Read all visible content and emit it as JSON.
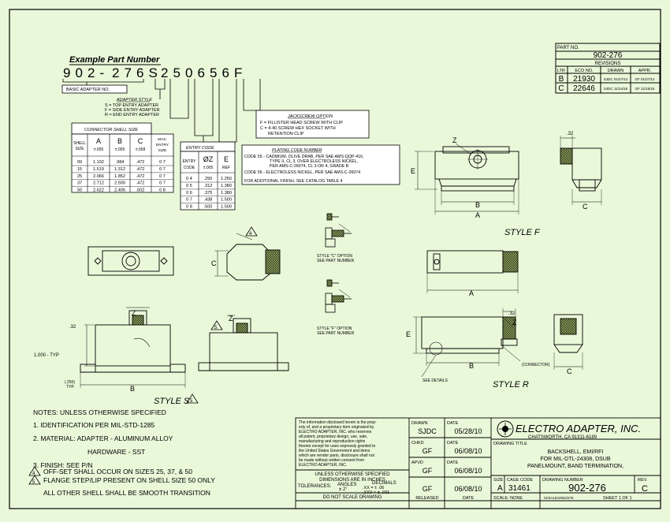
{
  "part_number_box": {
    "title": "PART NO.",
    "value": "902-276"
  },
  "revisions": {
    "title": "REVISIONS",
    "headers": [
      "LTR",
      "ECO NO.",
      "DRAWN",
      "APPR."
    ],
    "rows": [
      [
        "B",
        "21930",
        "SJDC 01/27/12",
        "GF 01/27/12"
      ],
      [
        "C",
        "22646",
        "SJDC 11/14/16",
        "GF 11/15/16"
      ]
    ]
  },
  "example": {
    "title": "Example Part Number",
    "chars": [
      "9",
      "0",
      "2",
      "-",
      "2",
      "7",
      "6",
      "S",
      "2",
      "5",
      "0",
      "6",
      "5",
      "6",
      "F"
    ],
    "basic_label": "BASIC ADAPTER NO."
  },
  "adapter_style": {
    "title": "ADAPTER STYLE",
    "lines": [
      "S = TOP ENTRY ADAPTER",
      "F = SIDE ENTRY ADAPTER",
      "R = END ENTRY ADAPTER"
    ]
  },
  "jackscrew": {
    "title": "JACKSCREW OPTION",
    "lines": [
      "F = FILLISTER HEAD SCREW WITH CLIP",
      "C = 4-40 SCREW HEX SOCKET WITH",
      "RETENTION CLIP"
    ]
  },
  "plating": {
    "title": "PLATING CODE NUMBER",
    "lines": [
      "CODE 55 - CADMIUM, OLIVE DRAB, PER SAE AMS-QQP-416,",
      "TYPE II, CL 3, OVER ELECTROLESS NICKEL,",
      "PER AMS-C-26074, CL 3 OR 4, GRADE B",
      "CODE 56 - ELECTROLESS NICKEL, PER SAE AMS-C-26074"
    ],
    "note": "FOR ADDITIONAL FINISH, SEE CATALOG TABLE 4"
  },
  "shell_table": {
    "title": "CONNECTOR SHELL SIZE",
    "headers": [
      "SHELL SIZE",
      "A ±.005",
      "B ±.005",
      "C ±.058",
      "MAX. ENTRY SIZE"
    ],
    "rows": [
      [
        "09",
        "1.192",
        ".984",
        ".472",
        "0 7"
      ],
      [
        "15",
        "1.519",
        "1.312",
        ".472",
        "0 7"
      ],
      [
        "25",
        "2.066",
        "1.852",
        ".472",
        "0 7"
      ],
      [
        "37",
        "2.712",
        "2.500",
        ".472",
        "0 7"
      ],
      [
        "50",
        "2.622",
        "2.406",
        ".602",
        "0 8"
      ]
    ]
  },
  "entry_table": {
    "title": "ENTRY CODE",
    "headers": [
      "ENTRY CODE",
      "ØZ ±.005",
      "E REF"
    ],
    "rows": [
      [
        "0 4",
        ".250",
        "1.250"
      ],
      [
        "0 5",
        ".312",
        "1.380"
      ],
      [
        "0 6",
        ".375",
        "1.380"
      ],
      [
        "0 7",
        ".438",
        "1.500"
      ],
      [
        "0 8",
        ".500",
        "1.500"
      ]
    ]
  },
  "labels": {
    "z": "Z",
    "e": "E",
    "b": "B",
    "a": "A",
    "c": "C",
    "dim_32": ".32",
    "dim_1000": "1.000 - TYP",
    "dim_250": "(.250)\nTYP.",
    "connector": "(CONNECTOR)",
    "see_details": "SEE DETAILS",
    "style_c": "STYLE \"C\" OPTION",
    "style_f_opt": "STYLE \"F\" OPTION",
    "see_part": "SEE PART NUMBER",
    "style_f": "STYLE F",
    "style_s": "STYLE S",
    "style_r": "STYLE R"
  },
  "notes": {
    "title": "NOTES: UNLESS OTHERWISE SPECIFIED",
    "items": [
      "1. IDENTIFICATION PER MIL-STD-1285",
      "2. MATERIAL: ADAPTER - ALUMINUM ALLOY",
      "HARDWARE - SST",
      "3. FINISH: SEE P/N",
      "OFF-SET SHALL OCCUR ON SIZES 25, 37, & 50",
      "FLANGE STEP/LIP PRESENT ON SHELL SIZE 50 ONLY",
      "ALL OTHER SHELL SHALL BE SMOOTH TRANSITION"
    ]
  },
  "title_block": {
    "proprietary": [
      "The information disclosed herein is the prop-",
      "erty of, and a proprietary item originated by",
      "ELECTRO ADAPTER, INC.        who reserves",
      "all patent, proprietary design, use, sale,",
      "manufacturing and reproduction rights",
      "thereto except for uses expressly granted to",
      "the United States Government and items",
      "which are vendor parts, disclosure shall not",
      "be made without written consent from",
      "ELECTRO ADAPTER, INC."
    ],
    "dims_note": [
      "UNLESS OTHERWISE SPECIFIED",
      "DIMENSIONS ARE IN INCHES"
    ],
    "tolerances": {
      "label": "TOLERANCES:",
      "angles": "ANGLES",
      "angles_val": "± 2°",
      "decimals": "DECIMALS",
      "xx": ".XX = ± .06",
      ".xxx": ".XXX = ± .031"
    },
    "do_not_scale": "DO NOT SCALE DRAWING",
    "drawn": {
      "label": "DRAWN",
      "name": "SJDC",
      "date_label": "DATE",
      "date": "05/28/10"
    },
    "chkd": {
      "label": "CHKD",
      "name": "GF",
      "date_label": "DATE",
      "date": "06/08/10"
    },
    "apvd": {
      "label": "APVD",
      "name": "GF",
      "date_label": "DATE",
      "date": "06/08/10"
    },
    "released": {
      "name": "GF",
      "date": "06/08/10",
      "label": "RELEASED",
      "date_label": "DATE"
    },
    "company": "ELECTRO ADAPTER, INC.",
    "city": "CHATSWORTH, CA  91311-6189",
    "drawing_title_label": "DRAWING TITLE",
    "drawing_title": [
      "BACKSHELL, EMI/RFI",
      "FOR MIL-DTL-24308, DSUB",
      "PANELMOUNT, BAND TERMINATION,"
    ],
    "size_label": "SIZE",
    "size": "A",
    "cage_label": "CAGE CODE",
    "cage": "31461",
    "dwg_label": "DRAWING NUMBER",
    "dwg": "902-276",
    "rev_label": "REV.",
    "rev": "C",
    "scale": "SCALE: NONE",
    "file": "/S/SALES/902/276",
    "sheet": "SHEET   1  OF  1"
  }
}
